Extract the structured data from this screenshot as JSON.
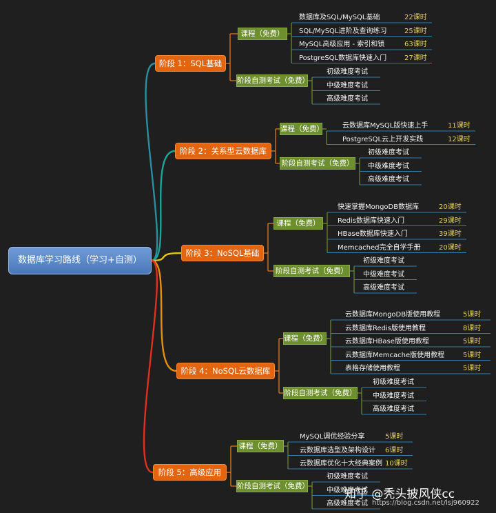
{
  "root": "数据库学习路线（学习+自测）",
  "stages": [
    {
      "label": "阶段 1：SQL基础",
      "course_label": "课程（免费）",
      "courses": [
        {
          "name": "数据库及SQL/MySQL基础",
          "hours": "22课时"
        },
        {
          "name": "SQL/MySQL进阶及查询练习",
          "hours": "25课时"
        },
        {
          "name": "MySQL高级应用 - 索引和锁",
          "hours": "63课时"
        },
        {
          "name": "PostgreSQL数据库快速入门",
          "hours": "27课时"
        }
      ],
      "test_label": "阶段自测考试（免费）",
      "tests": [
        "初级难度考试",
        "中级难度考试",
        "高级难度考试"
      ]
    },
    {
      "label": "阶段 2：关系型云数据库",
      "course_label": "课程（免费）",
      "courses": [
        {
          "name": "云数据库MySQL版快速上手",
          "hours": "11课时"
        },
        {
          "name": "PostgreSQL云上开发实践",
          "hours": "12课时"
        }
      ],
      "test_label": "阶段自测考试（免费）",
      "tests": [
        "初级难度考试",
        "中级难度考试",
        "高级难度考试"
      ]
    },
    {
      "label": "阶段 3：NoSQL基础",
      "course_label": "课程（免费）",
      "courses": [
        {
          "name": "快速掌握MongoDB数据库",
          "hours": "20课时"
        },
        {
          "name": "Redis数据库快速入门",
          "hours": "29课时"
        },
        {
          "name": "HBase数据库快速入门",
          "hours": "39课时"
        },
        {
          "name": "Memcached完全自学手册",
          "hours": "20课时"
        }
      ],
      "test_label": "阶段自测考试（免费）",
      "tests": [
        "初级难度考试",
        "中级难度考试",
        "高级难度考试"
      ]
    },
    {
      "label": "阶段 4：NoSQL云数据库",
      "course_label": "课程（免费）",
      "courses": [
        {
          "name": "云数据库MongoDB版使用教程",
          "hours": "5课时"
        },
        {
          "name": "云数据库Redis版使用教程",
          "hours": "8课时"
        },
        {
          "name": "云数据库HBase版使用教程",
          "hours": "5课时"
        },
        {
          "name": "云数据库Memcache版使用教程",
          "hours": "5课时"
        },
        {
          "name": "表格存储使用教程",
          "hours": "5课时"
        }
      ],
      "test_label": "阶段自测考试（免费）",
      "tests": [
        "初级难度考试",
        "中级难度考试",
        "高级难度考试"
      ]
    },
    {
      "label": "阶段 5：高级应用",
      "course_label": "课程（免费）",
      "courses": [
        {
          "name": "MySQL调优经验分享",
          "hours": "5课时"
        },
        {
          "name": "云数据库选型及架构设计",
          "hours": "6课时"
        },
        {
          "name": "云数据库优化十大经典案例",
          "hours": "10课时"
        }
      ],
      "test_label": "阶段自测考试（免费）",
      "tests": [
        "初级难度考试",
        "中级难度考试",
        "高级难度考试"
      ]
    }
  ],
  "branch_colors": [
    "#2a8fa0",
    "#17a79a",
    "#e7c21a",
    "#e6900f",
    "#e0301e"
  ],
  "watermark": "知乎 @秃头披风侠cc",
  "watermark_url": "https://blog.csdn.net/lsj960922"
}
